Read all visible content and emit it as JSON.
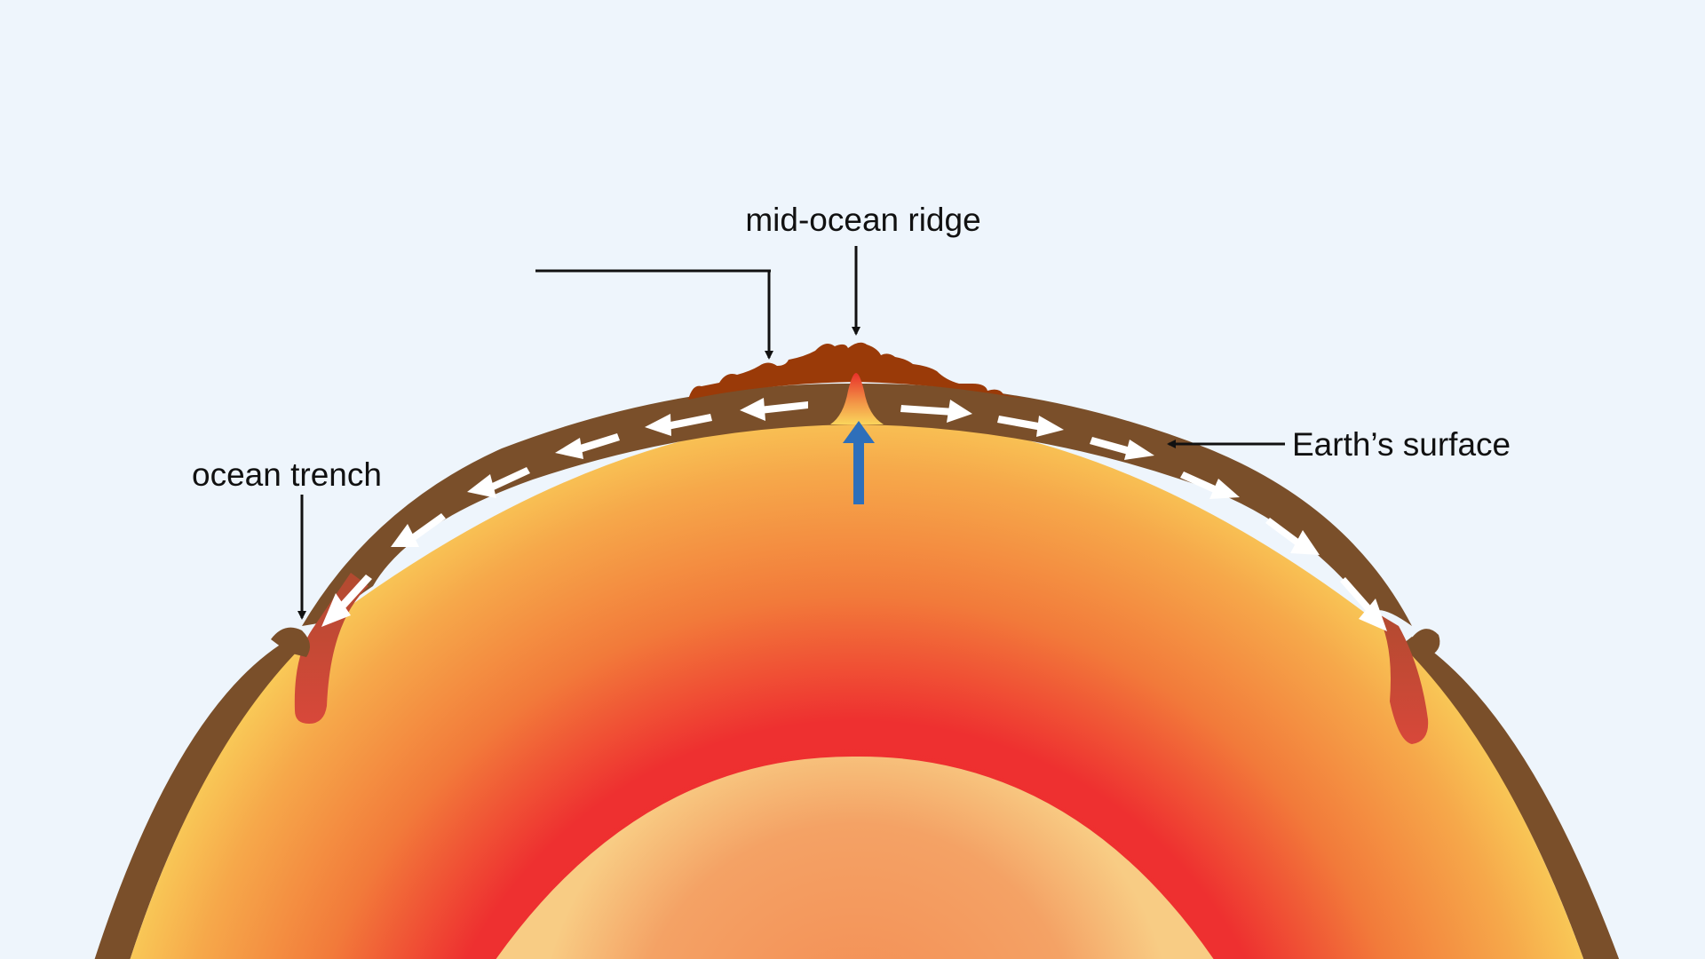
{
  "labels": {
    "mid_ocean_ridge": "mid-ocean ridge",
    "ocean_trench": "ocean trench",
    "earths_surface": "Earth’s surface"
  },
  "colors": {
    "background": "#eef5fc",
    "crust": "#7a4f2a",
    "ridge_rock": "#9a3a08",
    "mantle_outer": "#fad55c",
    "mantle_mid": "#f28a3c",
    "mantle_hot": "#ee2f2f",
    "core": "#f6b473",
    "upwelling_arrow": "#2e6fba",
    "flow_arrow": "#ffffff",
    "label_text": "#111111",
    "subducting_slab": "#c9473a"
  }
}
